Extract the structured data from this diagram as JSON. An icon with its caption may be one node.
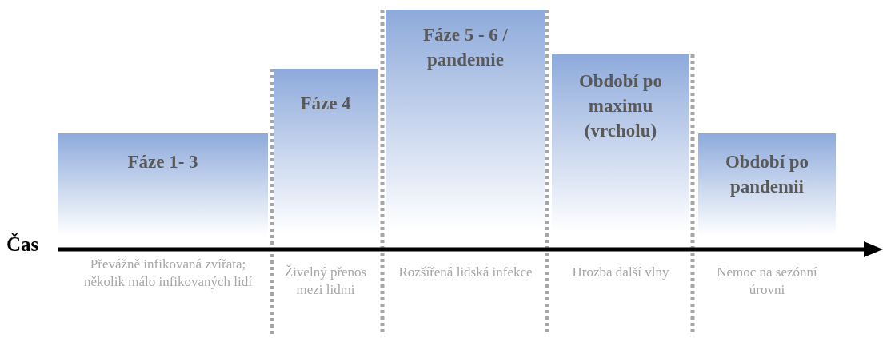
{
  "diagram": {
    "nodes": [
      {
        "text": [
          "Fáze 1- 3"
        ],
        "beside": [
          "Převážně infikovaná zvířata; několik málo infikovaných lidí"
        ]
      },
      {
        "text": [
          "Fáze 4"
        ],
        "beside": [
          "Živelný přenos mezi lidmi"
        ]
      },
      {
        "text": [
          "Fáze 5 - 6 / pandemie"
        ],
        "beside": [
          "Rozšířená lidská infekce"
        ]
      },
      {
        "text": [
          "Období po maximu (vrcholu)"
        ],
        "beside": [
          "Hrozba další vlny"
        ]
      },
      {
        "text": [
          "Období po pandemii"
        ],
        "beside": [
          "Nemoc na sezónní úrovni"
        ]
      }
    ],
    "labels": [
      "Čas"
    ]
  }
}
